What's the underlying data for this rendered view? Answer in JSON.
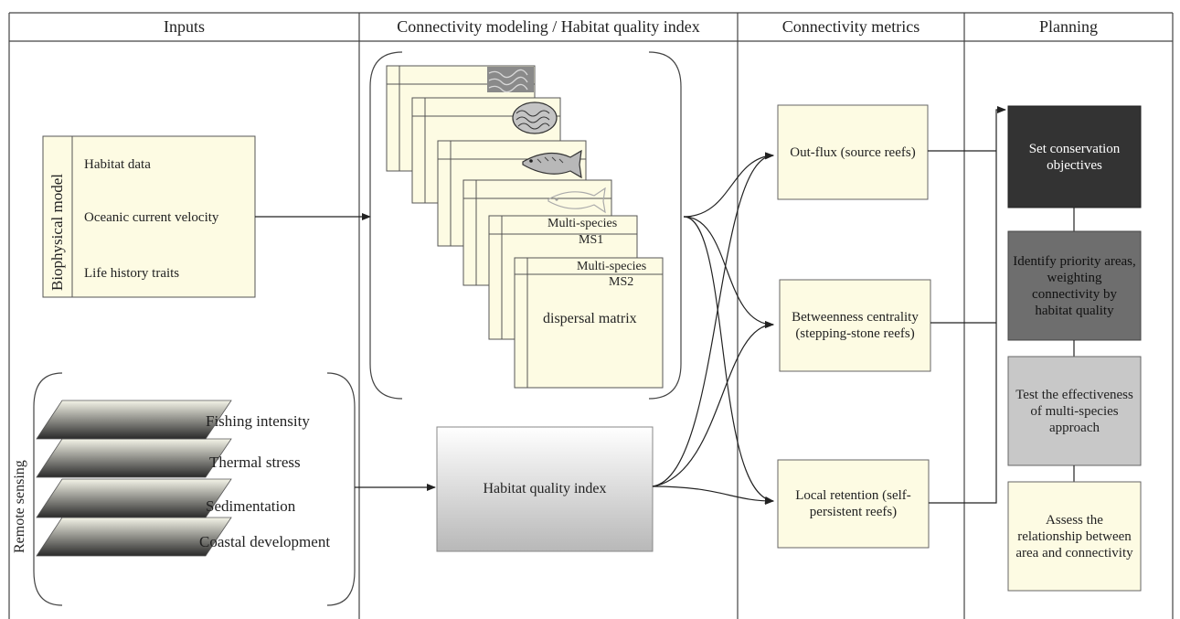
{
  "columns": {
    "inputs": "Inputs",
    "modeling": "Connectivity modeling / Habitat quality index",
    "metrics": "Connectivity metrics",
    "planning": "Planning"
  },
  "biophysical": {
    "title": "Biophysical model",
    "items": [
      "Habitat data",
      "Oceanic current velocity",
      "Life history traits"
    ]
  },
  "remote_sensing": {
    "title": "Remote sensing",
    "layers": [
      "Fishing intensity",
      "Thermal stress",
      "Sedimentation",
      "Coastal development"
    ]
  },
  "matrix_stack": {
    "ms1_line1": "Multi-species",
    "ms1_line2": "MS1",
    "ms2_line1": "Multi-species",
    "ms2_line2": "MS2",
    "bottom_label": "dispersal matrix",
    "icons": [
      "coral-texture-icon",
      "brain-coral-icon",
      "grouper-fish-icon",
      "fish-outline-icon"
    ]
  },
  "habitat_quality": {
    "label": "Habitat quality index"
  },
  "metrics": {
    "outflux": "Out-flux (source reefs)",
    "betweenness": "Betweenness centrality (stepping-stone reefs)",
    "retention": "Local retention (self-persistent reefs)"
  },
  "planning": {
    "set_objectives": "Set conservation objectives",
    "identify": "Identify priority areas, weighting connectivity by habitat quality",
    "test": "Test the effectiveness of multi-species approach",
    "assess": "Assess the relationship between area and connectivity"
  },
  "colors": {
    "cream": "#fdfbe3",
    "dark": "#333333",
    "mid": "#6e6e6e",
    "light": "#c8c8c8"
  }
}
